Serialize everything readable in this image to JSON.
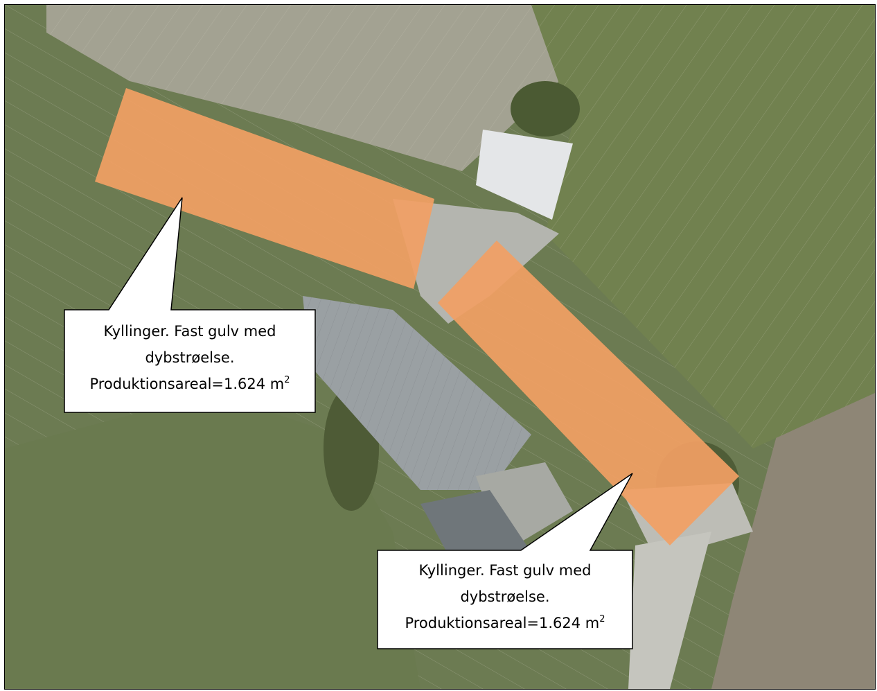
{
  "callouts": [
    {
      "line1": "Kyllinger. Fast gulv med",
      "line2": "dybstrøelse.",
      "line3": "Produktionsareal=1.624 m",
      "superscript": "2"
    },
    {
      "line1": "Kyllinger. Fast gulv med",
      "line2": "dybstrøelse.",
      "line3": "Produktionsareal=1.624 m",
      "superscript": "2"
    }
  ],
  "colors": {
    "highlight": "#f2a064",
    "field_green": "#6f7f56",
    "field_light": "#9a9a88",
    "roof_grey": "#9ea3a6",
    "gravel": "#b9bab4",
    "callout_fill": "#ffffff",
    "callout_stroke": "#000000"
  }
}
